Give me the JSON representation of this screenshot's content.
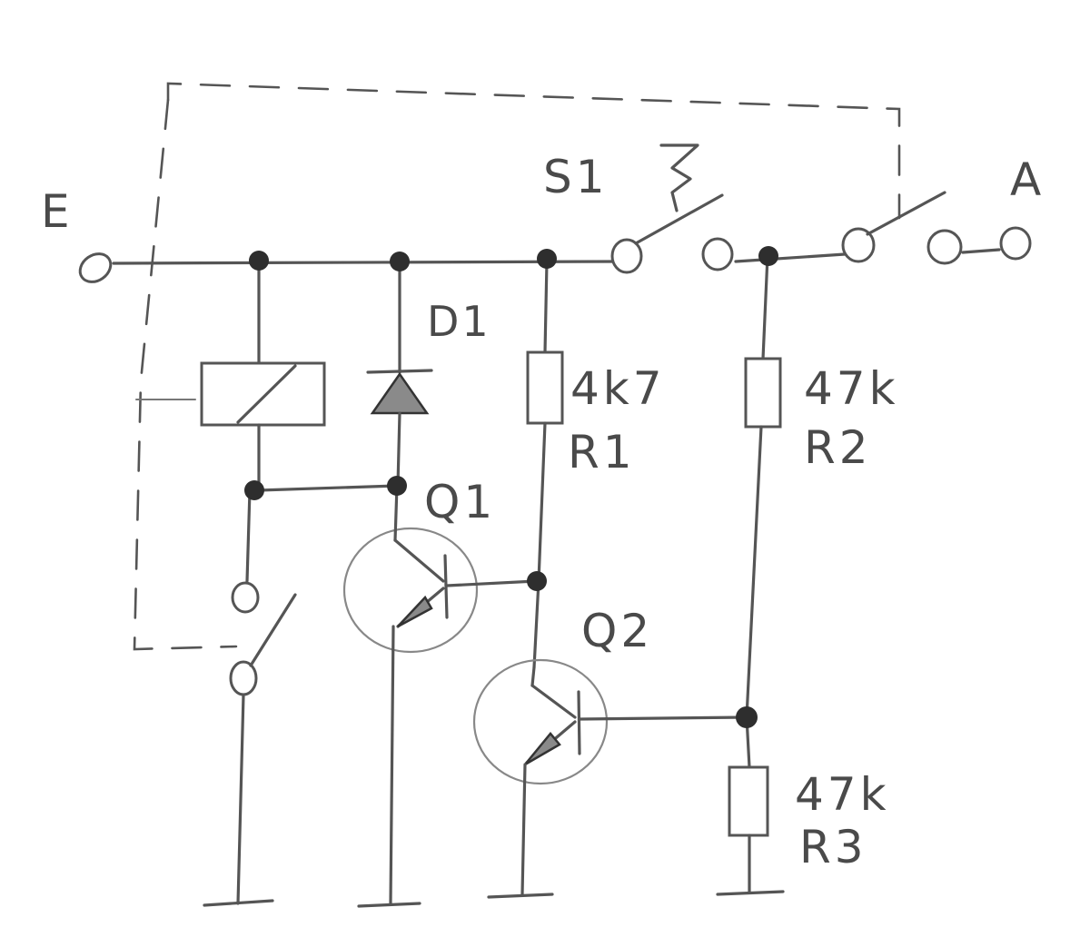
{
  "labels": {
    "input": "E",
    "output": "A",
    "switch": "S1",
    "diode": "D1",
    "q1": "Q1",
    "q2": "Q2",
    "r1_value": "4k7",
    "r1_name": "R1",
    "r2_value": "47k",
    "r2_name": "R2",
    "r3_value": "47k",
    "r3_name": "R3"
  },
  "colors": {
    "ink": "#555555",
    "node": "#2e2e2e",
    "paper": "#ffffff"
  }
}
